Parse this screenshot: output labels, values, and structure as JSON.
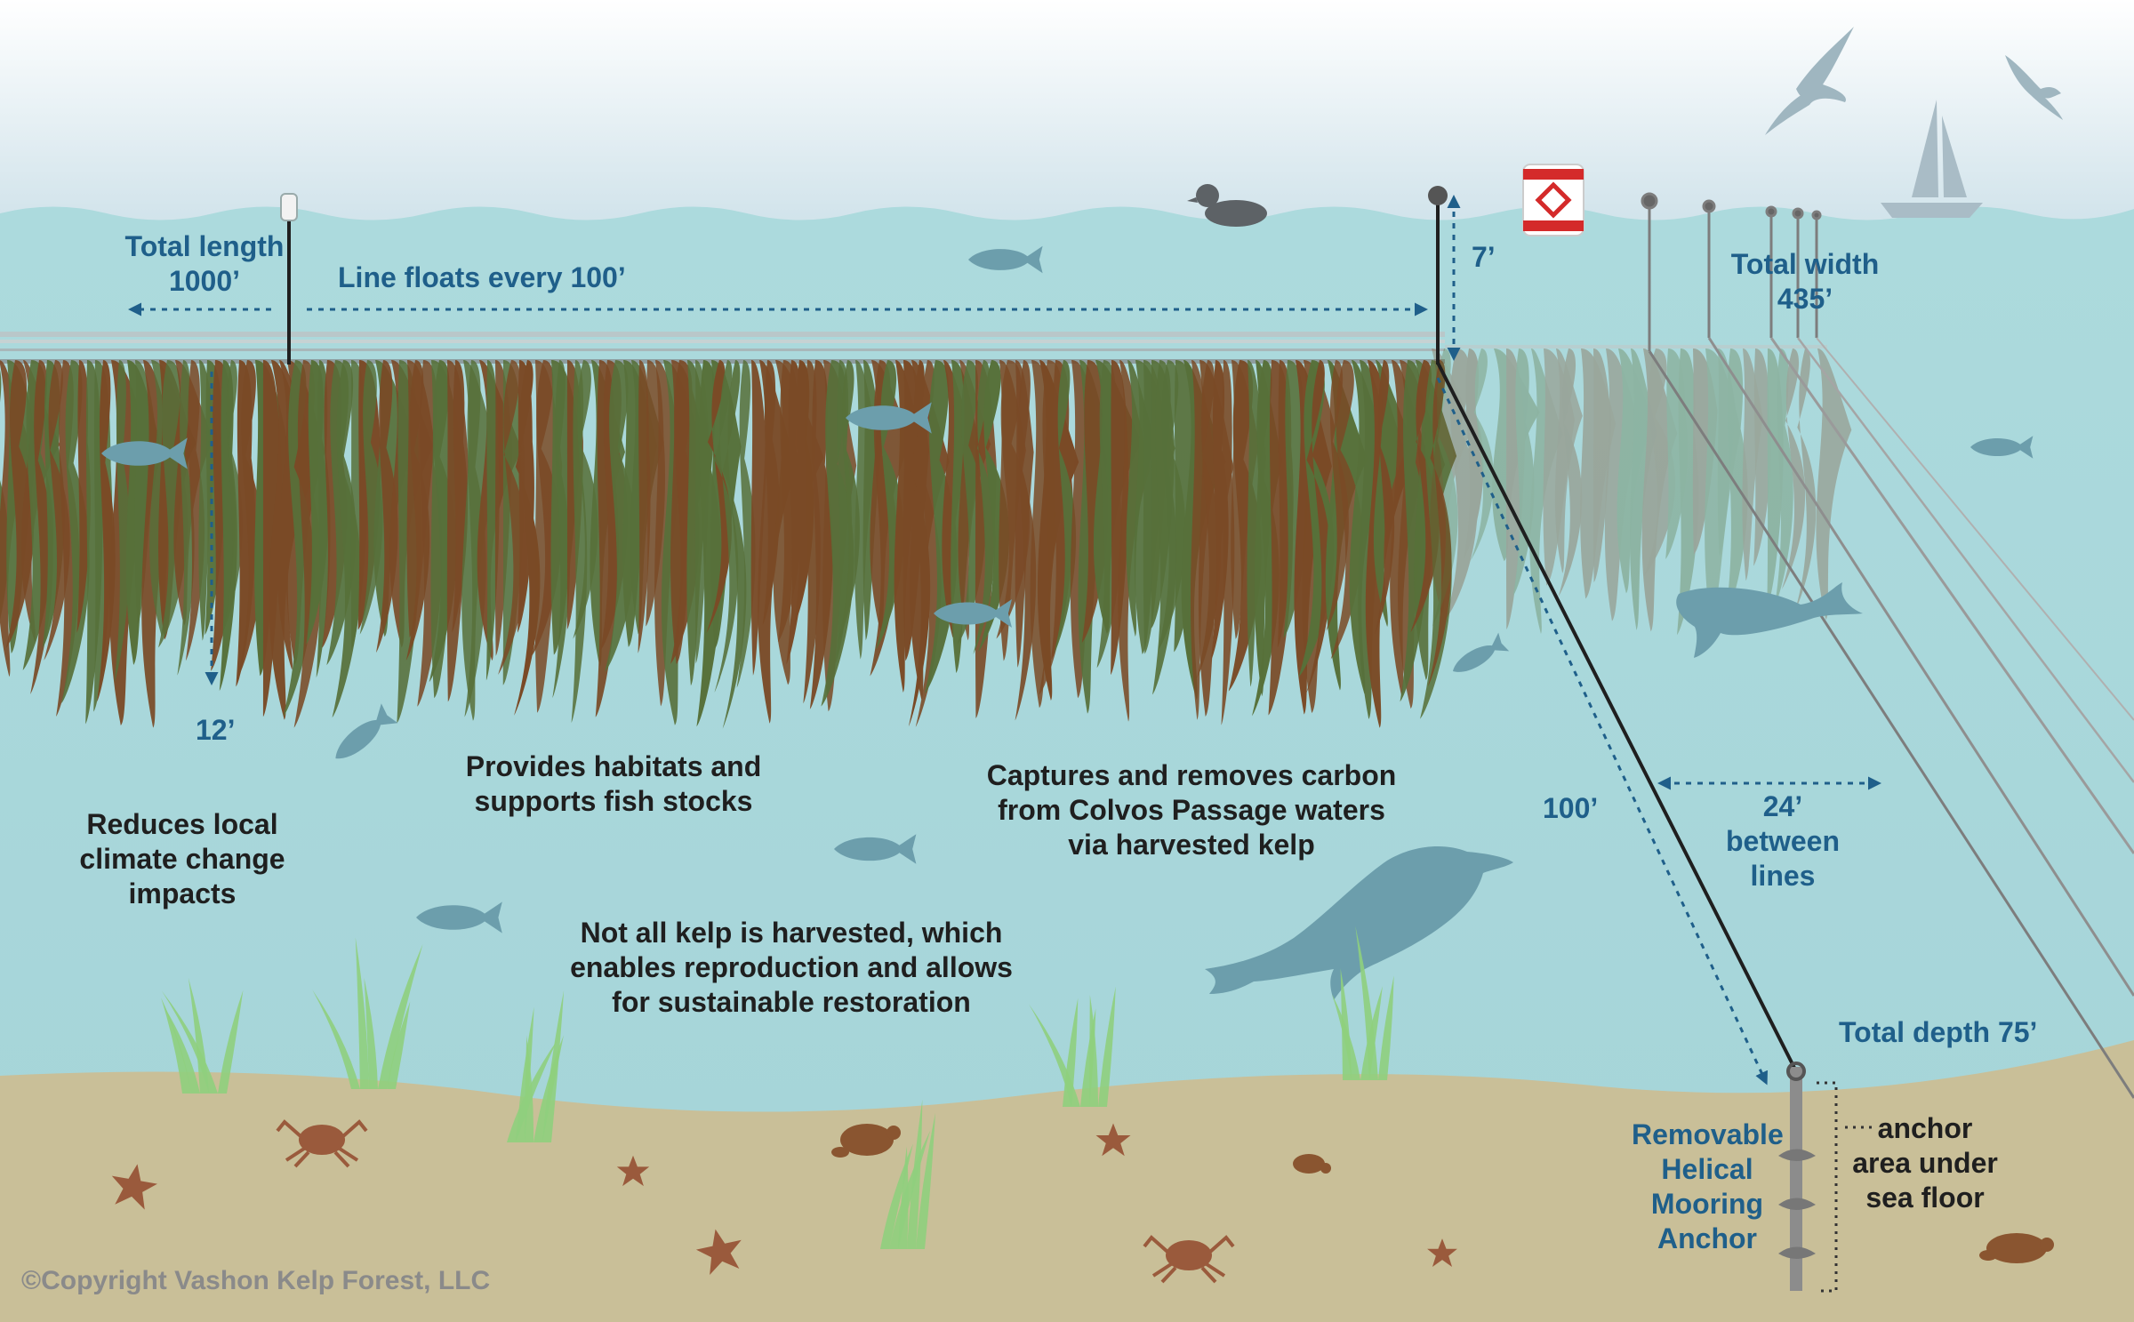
{
  "labels": {
    "total_length": "Total length",
    "total_length_value": "1000’",
    "line_floats": "Line floats every 100’",
    "float_depth": "7’",
    "total_width": "Total width",
    "total_width_value": "435’",
    "kelp_depth": "12’",
    "line_length": "100’",
    "spacing_value": "24’",
    "spacing_text": "between",
    "spacing_text2": "lines",
    "total_depth": "Total depth 75’",
    "anchor_name": [
      "Removable",
      "Helical",
      "Mooring",
      "Anchor"
    ],
    "anchor_area": [
      "anchor",
      "area under",
      "sea floor"
    ]
  },
  "benefits": {
    "climate": [
      "Reduces local",
      "climate change",
      "impacts"
    ],
    "habitat": [
      "Provides habitats and",
      "supports fish stocks"
    ],
    "carbon": [
      "Captures and removes carbon",
      "from Colvos Passage waters",
      "via harvested kelp"
    ],
    "sustain": [
      "Not all kelp is harvested, which",
      "enables reproduction and allows",
      "for sustainable restoration"
    ]
  },
  "copyright": "©Copyright Vashon Kelp Forest, LLC",
  "colors": {
    "sky_top": "#ffffff",
    "sky_bottom": "#cfe2ea",
    "water": "#a9d8dc",
    "water_deep": "#a7d6da",
    "seafloor": "#c9bf98",
    "kelp_green": "#57703a",
    "kelp_brown": "#7a4a26",
    "label_blue": "#1f5f8a",
    "animal": "#6c9eac",
    "starfish": "#9a5a3c",
    "seagrass": "#8fcf7d"
  },
  "icons": [
    "seagull-icon",
    "sailboat-icon",
    "duck-icon",
    "buoy-icon",
    "fish-icon",
    "dolphin-icon",
    "seal-icon",
    "crab-icon",
    "starfish-icon",
    "turtle-icon",
    "seagrass-icon",
    "helical-anchor-icon"
  ]
}
